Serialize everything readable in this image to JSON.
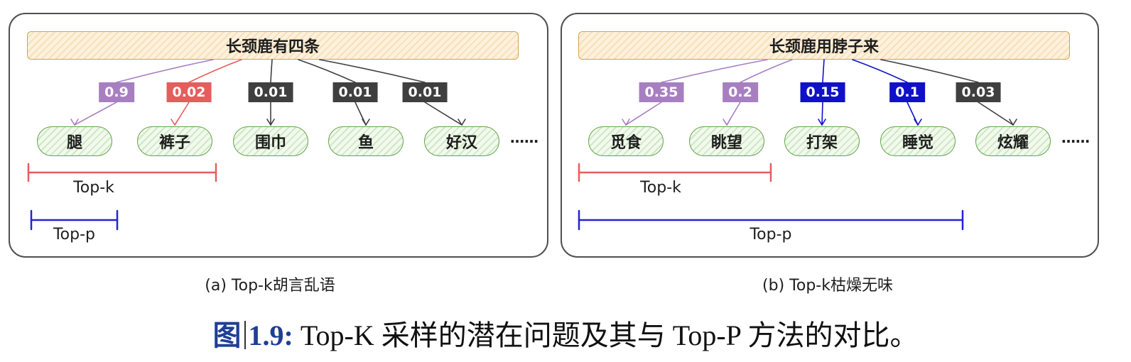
{
  "panels": [
    {
      "prompt": "长颈鹿有四条",
      "badges": [
        {
          "value": "0.9",
          "color": "#a77fc1"
        },
        {
          "value": "0.02",
          "color": "#e55d5d"
        },
        {
          "value": "0.01",
          "color": "#3f3f3f"
        },
        {
          "value": "0.01",
          "color": "#3f3f3f"
        },
        {
          "value": "0.01",
          "color": "#3f3f3f"
        }
      ],
      "tokens": [
        "腿",
        "裤子",
        "围巾",
        "鱼",
        "好汉"
      ],
      "ellipsis": "……",
      "top_k_label": "Top-k",
      "top_p_label": "Top-p",
      "caption": "(a) Top-k胡言乱语"
    },
    {
      "prompt": "长颈鹿用脖子来",
      "badges": [
        {
          "value": "0.35",
          "color": "#a77fc1"
        },
        {
          "value": "0.2",
          "color": "#a77fc1"
        },
        {
          "value": "0.15",
          "color": "#1010c8"
        },
        {
          "value": "0.1",
          "color": "#1010c8"
        },
        {
          "value": "0.03",
          "color": "#3f3f3f"
        }
      ],
      "tokens": [
        "觅食",
        "眺望",
        "打架",
        "睡觉",
        "炫耀"
      ],
      "ellipsis": "……",
      "top_k_label": "Top-k",
      "top_p_label": "Top-p",
      "caption": "(b) Top-k枯燥无味"
    }
  ],
  "colors": {
    "top_k": "#e55d5d",
    "top_p": "#2323d4"
  },
  "figure_caption": {
    "prefix": "图",
    "number": "1.9:",
    "text": " Top-K 采样的潜在问题及其与 Top-P 方法的对比。"
  }
}
